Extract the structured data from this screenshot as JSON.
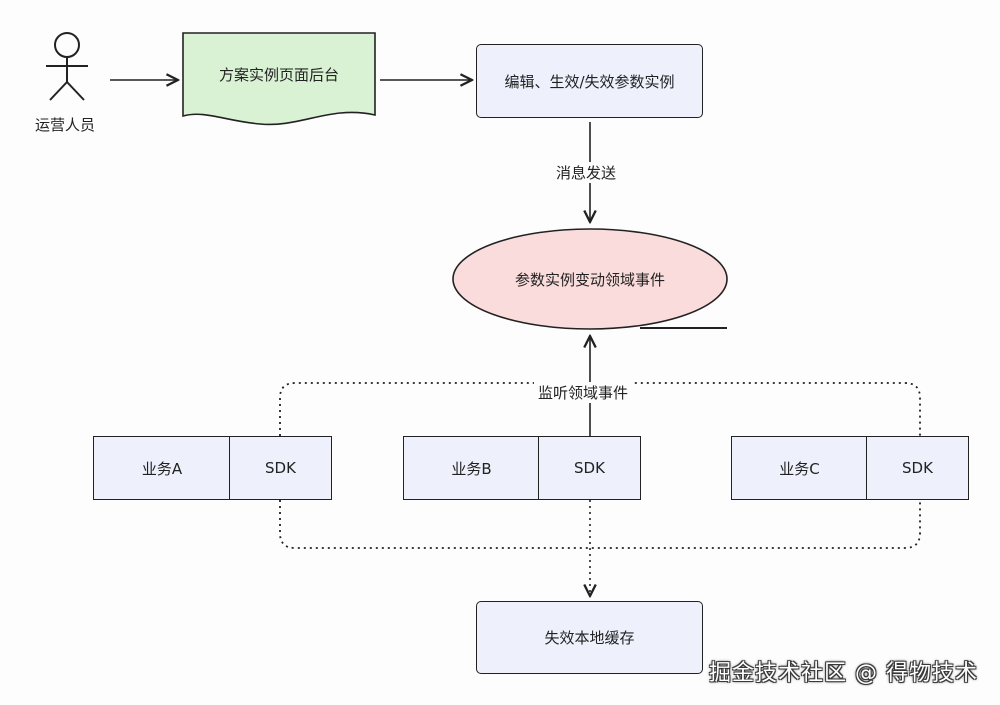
{
  "actor": {
    "label": "运营人员"
  },
  "nodes": {
    "admin": "方案实例页面后台",
    "edit": "编辑、生效/失效参数实例",
    "event": "参数实例变动领域事件",
    "cache": "失效本地缓存"
  },
  "edges": {
    "send": "消息发送",
    "listen": "监听领域事件"
  },
  "services": [
    {
      "name": "业务A",
      "sdk": "SDK"
    },
    {
      "name": "业务B",
      "sdk": "SDK"
    },
    {
      "name": "业务C",
      "sdk": "SDK"
    }
  ],
  "watermark": "掘金技术社区 @ 得物技术",
  "colors": {
    "admin_fill": "#d9f2d4",
    "box_fill": "#eef1fc",
    "event_fill": "#fbdcdc",
    "stroke": "#222222"
  }
}
